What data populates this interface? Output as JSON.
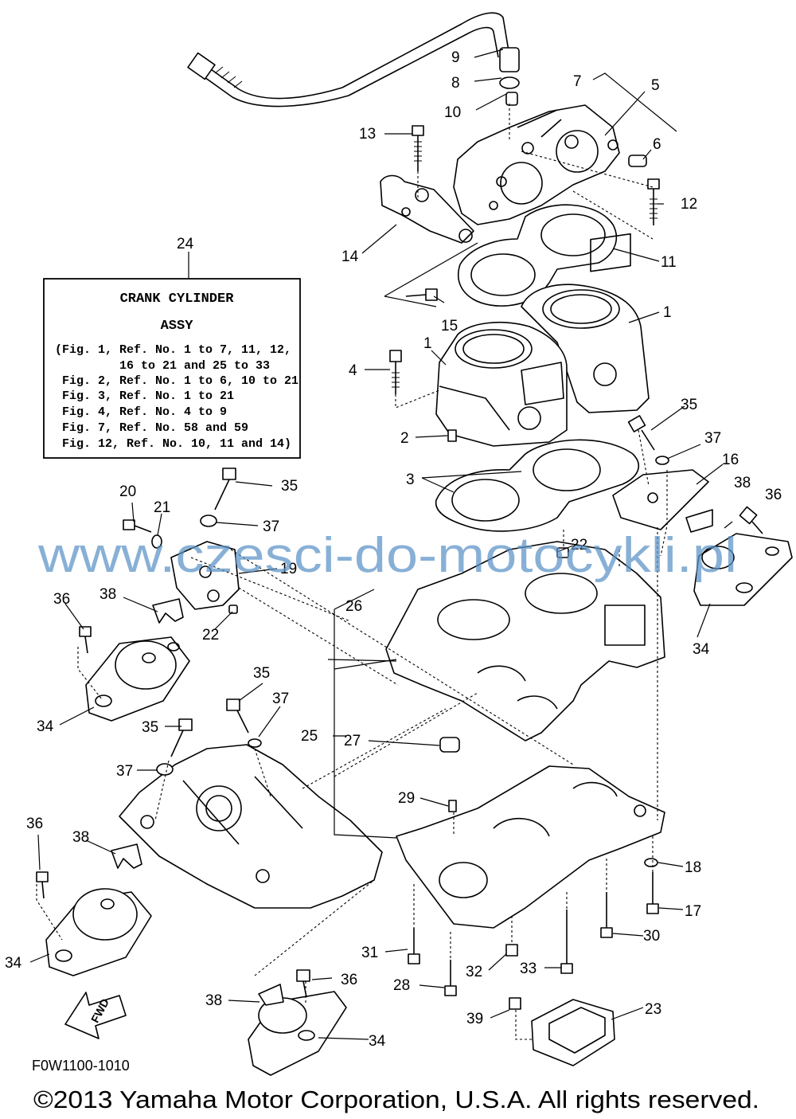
{
  "info_box": {
    "ref": "24",
    "title_line1": "CRANK CYLINDER",
    "title_line2": "ASSY",
    "lines": [
      "(Fig. 1, Ref. No. 1 to 7, 11, 12,",
      "16 to 21 and 25 to 33",
      "Fig. 2, Ref. No. 1 to 6, 10 to 21",
      "Fig. 3, Ref. No. 1 to 21",
      "Fig. 4, Ref. No. 4 to 9",
      "Fig. 7, Ref. No. 58 and 59",
      "Fig. 12, Ref. No. 10, 11 and 14)"
    ]
  },
  "watermark": "www.czesci-do-motocykli.pl",
  "figure_code": "F0W1100-1010",
  "fwd_label": "FWD",
  "copyright": "©2013 Yamaha Motor Corporation, U.S.A. All rights reserved.",
  "callouts": [
    {
      "id": "c9",
      "text": "9"
    },
    {
      "id": "c8",
      "text": "8"
    },
    {
      "id": "c7",
      "text": "7"
    },
    {
      "id": "c5",
      "text": "5"
    },
    {
      "id": "c10",
      "text": "10"
    },
    {
      "id": "c13",
      "text": "13"
    },
    {
      "id": "c6",
      "text": "6"
    },
    {
      "id": "c12",
      "text": "12"
    },
    {
      "id": "c14",
      "text": "14"
    },
    {
      "id": "c11",
      "text": "11"
    },
    {
      "id": "c1a",
      "text": "1"
    },
    {
      "id": "c15",
      "text": "15"
    },
    {
      "id": "c1b",
      "text": "1"
    },
    {
      "id": "c4",
      "text": "4"
    },
    {
      "id": "c35a",
      "text": "35"
    },
    {
      "id": "c2",
      "text": "2"
    },
    {
      "id": "c37a",
      "text": "37"
    },
    {
      "id": "c16",
      "text": "16"
    },
    {
      "id": "c3",
      "text": "3"
    },
    {
      "id": "c38a",
      "text": "38"
    },
    {
      "id": "c36a",
      "text": "36"
    },
    {
      "id": "c20",
      "text": "20"
    },
    {
      "id": "c35b",
      "text": "35"
    },
    {
      "id": "c21",
      "text": "21"
    },
    {
      "id": "c37b",
      "text": "37"
    },
    {
      "id": "c22a",
      "text": "22"
    },
    {
      "id": "c19",
      "text": "19"
    },
    {
      "id": "c26",
      "text": "26"
    },
    {
      "id": "c36b",
      "text": "36"
    },
    {
      "id": "c38b",
      "text": "38"
    },
    {
      "id": "c22b",
      "text": "22"
    },
    {
      "id": "c34a",
      "text": "34"
    },
    {
      "id": "c35c",
      "text": "35"
    },
    {
      "id": "c37c",
      "text": "37"
    },
    {
      "id": "c34b",
      "text": "34"
    },
    {
      "id": "c35d",
      "text": "35"
    },
    {
      "id": "c25",
      "text": "25"
    },
    {
      "id": "c27",
      "text": "27"
    },
    {
      "id": "c37d",
      "text": "37"
    },
    {
      "id": "c29",
      "text": "29"
    },
    {
      "id": "c36c",
      "text": "36"
    },
    {
      "id": "c38c",
      "text": "38"
    },
    {
      "id": "c18",
      "text": "18"
    },
    {
      "id": "c17",
      "text": "17"
    },
    {
      "id": "c30",
      "text": "30"
    },
    {
      "id": "c31",
      "text": "31"
    },
    {
      "id": "c34c",
      "text": "34"
    },
    {
      "id": "c32",
      "text": "32"
    },
    {
      "id": "c33",
      "text": "33"
    },
    {
      "id": "c28",
      "text": "28"
    },
    {
      "id": "c36d",
      "text": "36"
    },
    {
      "id": "c38d",
      "text": "38"
    },
    {
      "id": "c23",
      "text": "23"
    },
    {
      "id": "c39",
      "text": "39"
    },
    {
      "id": "c34d",
      "text": "34"
    }
  ]
}
